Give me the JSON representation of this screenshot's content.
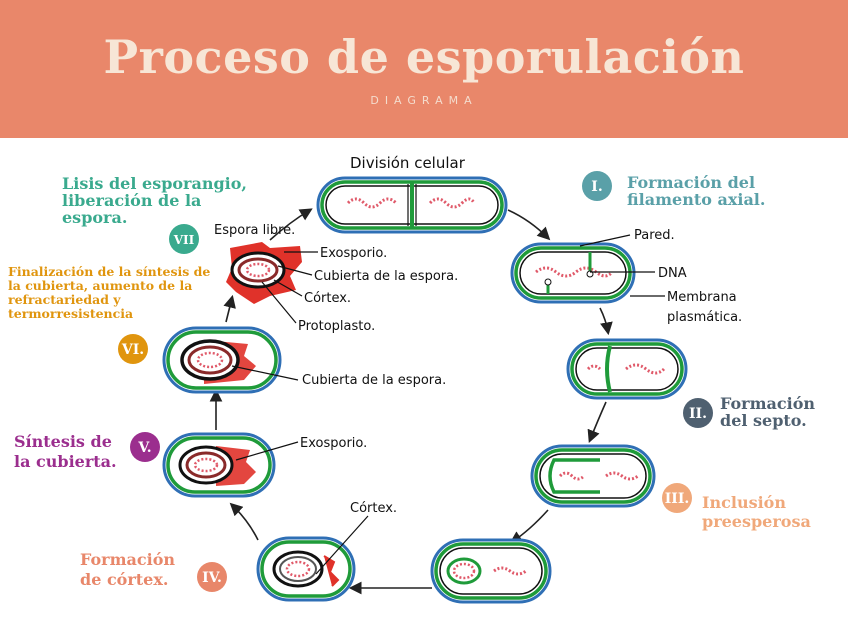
{
  "header": {
    "title": "Proceso de esporulación",
    "subtitle": "DIAGRAMA"
  },
  "colors": {
    "header_bg": "#e9876a",
    "stage_I": "#5aa0a8",
    "stage_II": "#4f6070",
    "stage_III": "#f0a87a",
    "stage_IV": "#e8876a",
    "stage_V": "#9b2e8e",
    "stage_VI": "#e0950e",
    "stage_VII": "#3aaa8e",
    "cell_wall_green": "#1f9b3a",
    "cell_wall_blue": "#2f6fb5",
    "spore_red": "#e0322a"
  },
  "top_label": "División celular",
  "stages": [
    {
      "id": "I",
      "badge": "I.",
      "name": "Formación del filamento axial."
    },
    {
      "id": "II",
      "badge": "II.",
      "name": "Formación del septo."
    },
    {
      "id": "III",
      "badge": "III.",
      "name": "Inclusión preesperosa"
    },
    {
      "id": "IV",
      "badge": "IV.",
      "name": "Formación de córtex."
    },
    {
      "id": "V",
      "badge": "V.",
      "name": "Síntesis de la cubierta."
    },
    {
      "id": "VI",
      "badge": "VI.",
      "name": "Finalización de la síntesis de la cubierta, aumento de la refractariedad y termorresistencia"
    },
    {
      "id": "VII",
      "badge": "VII",
      "name": "Lisis del esporangio, liberación de la espora."
    }
  ],
  "annotations": {
    "pared": "Pared.",
    "dna": "DNA",
    "membrana": "Membrana plasmática.",
    "espora_libre": "Espora libre.",
    "exosporio_vii": "Exosporio.",
    "cubierta_vii": "Cubierta de la espora.",
    "cortex_vii": "Córtex.",
    "protoplasto": "Protoplasto.",
    "cubierta_vi": "Cubierta de la espora.",
    "exosporio_v": "Exosporio.",
    "cortex_iv": "Córtex."
  }
}
